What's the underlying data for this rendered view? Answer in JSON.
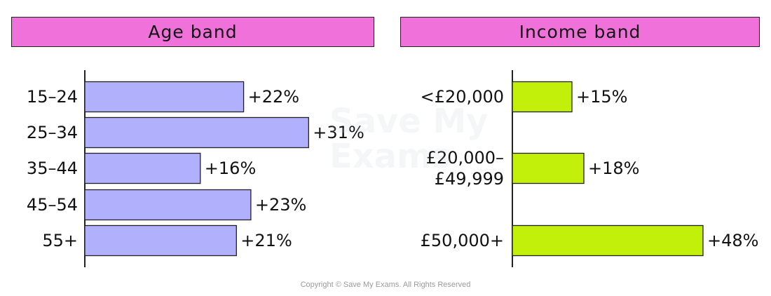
{
  "colors": {
    "header_fill": "#f071d9",
    "age_bar": "#b0b0fc",
    "income_bar": "#c2f00b",
    "watermark": "#c8cdd7"
  },
  "watermark": {
    "line1": "Save My",
    "line2": "Exams"
  },
  "copyright": "Copyright © Save My Exams. All Rights Reserved",
  "chart_data": [
    {
      "type": "bar",
      "orientation": "horizontal",
      "title": "Age band",
      "categories": [
        "15–24",
        "25–34",
        "35–44",
        "45–54",
        "55+"
      ],
      "values": [
        22,
        31,
        16,
        23,
        21
      ],
      "value_labels": [
        "+22%",
        "+31%",
        "+16%",
        "+23%",
        "+21%"
      ],
      "xlim": [
        0,
        40
      ],
      "grid": false,
      "legend": "none"
    },
    {
      "type": "bar",
      "orientation": "horizontal",
      "title": "Income band",
      "categories": [
        [
          "<£20,000"
        ],
        [
          "£20,000–",
          "£49,999"
        ],
        [
          "£50,000+"
        ]
      ],
      "values": [
        15,
        18,
        48
      ],
      "value_labels": [
        "+15%",
        "+18%",
        "+48%"
      ],
      "xlim": [
        0,
        60
      ],
      "grid": false,
      "legend": "none"
    }
  ]
}
